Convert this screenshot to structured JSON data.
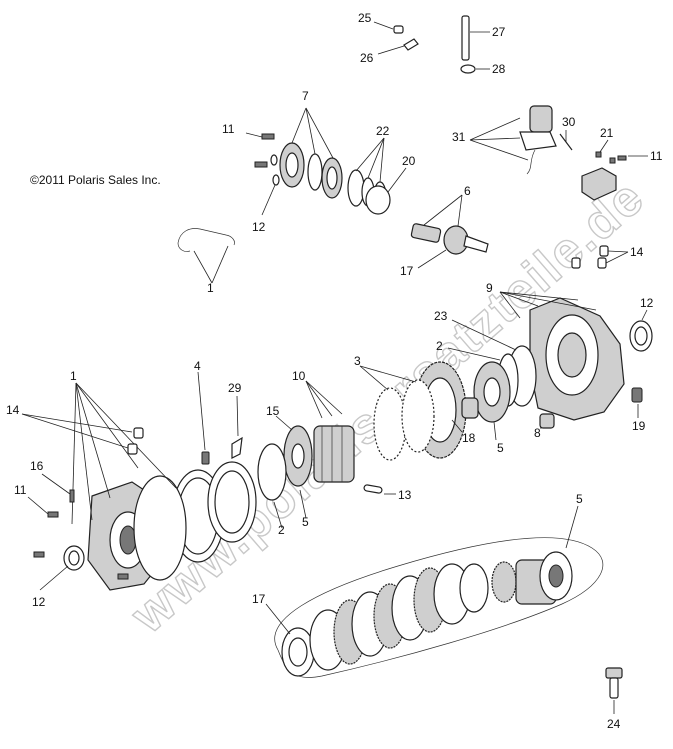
{
  "copyright": "©2011 Polaris Sales Inc.",
  "watermark": "www.polarisersatzteile.de",
  "callouts": [
    {
      "id": "c25",
      "text": "25"
    },
    {
      "id": "c27",
      "text": "27"
    },
    {
      "id": "c26",
      "text": "26"
    },
    {
      "id": "c28",
      "text": "28"
    },
    {
      "id": "c7",
      "text": "7"
    },
    {
      "id": "c11a",
      "text": "11"
    },
    {
      "id": "c22",
      "text": "22"
    },
    {
      "id": "c31",
      "text": "31"
    },
    {
      "id": "c30",
      "text": "30"
    },
    {
      "id": "c21",
      "text": "21"
    },
    {
      "id": "c11b",
      "text": "11"
    },
    {
      "id": "c20",
      "text": "20"
    },
    {
      "id": "c12a",
      "text": "12"
    },
    {
      "id": "c6",
      "text": "6"
    },
    {
      "id": "c17a",
      "text": "17"
    },
    {
      "id": "c14a",
      "text": "14"
    },
    {
      "id": "c9",
      "text": "9"
    },
    {
      "id": "c1a",
      "text": "1"
    },
    {
      "id": "c12b",
      "text": "12"
    },
    {
      "id": "c23",
      "text": "23"
    },
    {
      "id": "c2a",
      "text": "2"
    },
    {
      "id": "c3",
      "text": "3"
    },
    {
      "id": "c4",
      "text": "4"
    },
    {
      "id": "c1b",
      "text": "1"
    },
    {
      "id": "c10",
      "text": "10"
    },
    {
      "id": "c29",
      "text": "29"
    },
    {
      "id": "c14b",
      "text": "14"
    },
    {
      "id": "c15",
      "text": "15"
    },
    {
      "id": "c19",
      "text": "19"
    },
    {
      "id": "c18",
      "text": "18"
    },
    {
      "id": "c5a",
      "text": "5"
    },
    {
      "id": "c8",
      "text": "8"
    },
    {
      "id": "c16",
      "text": "16"
    },
    {
      "id": "c13",
      "text": "13"
    },
    {
      "id": "c11c",
      "text": "11"
    },
    {
      "id": "c2b",
      "text": "2"
    },
    {
      "id": "c5b",
      "text": "5"
    },
    {
      "id": "c5c",
      "text": "5"
    },
    {
      "id": "c12c",
      "text": "12"
    },
    {
      "id": "c17b",
      "text": "17"
    },
    {
      "id": "c24",
      "text": "24"
    }
  ]
}
